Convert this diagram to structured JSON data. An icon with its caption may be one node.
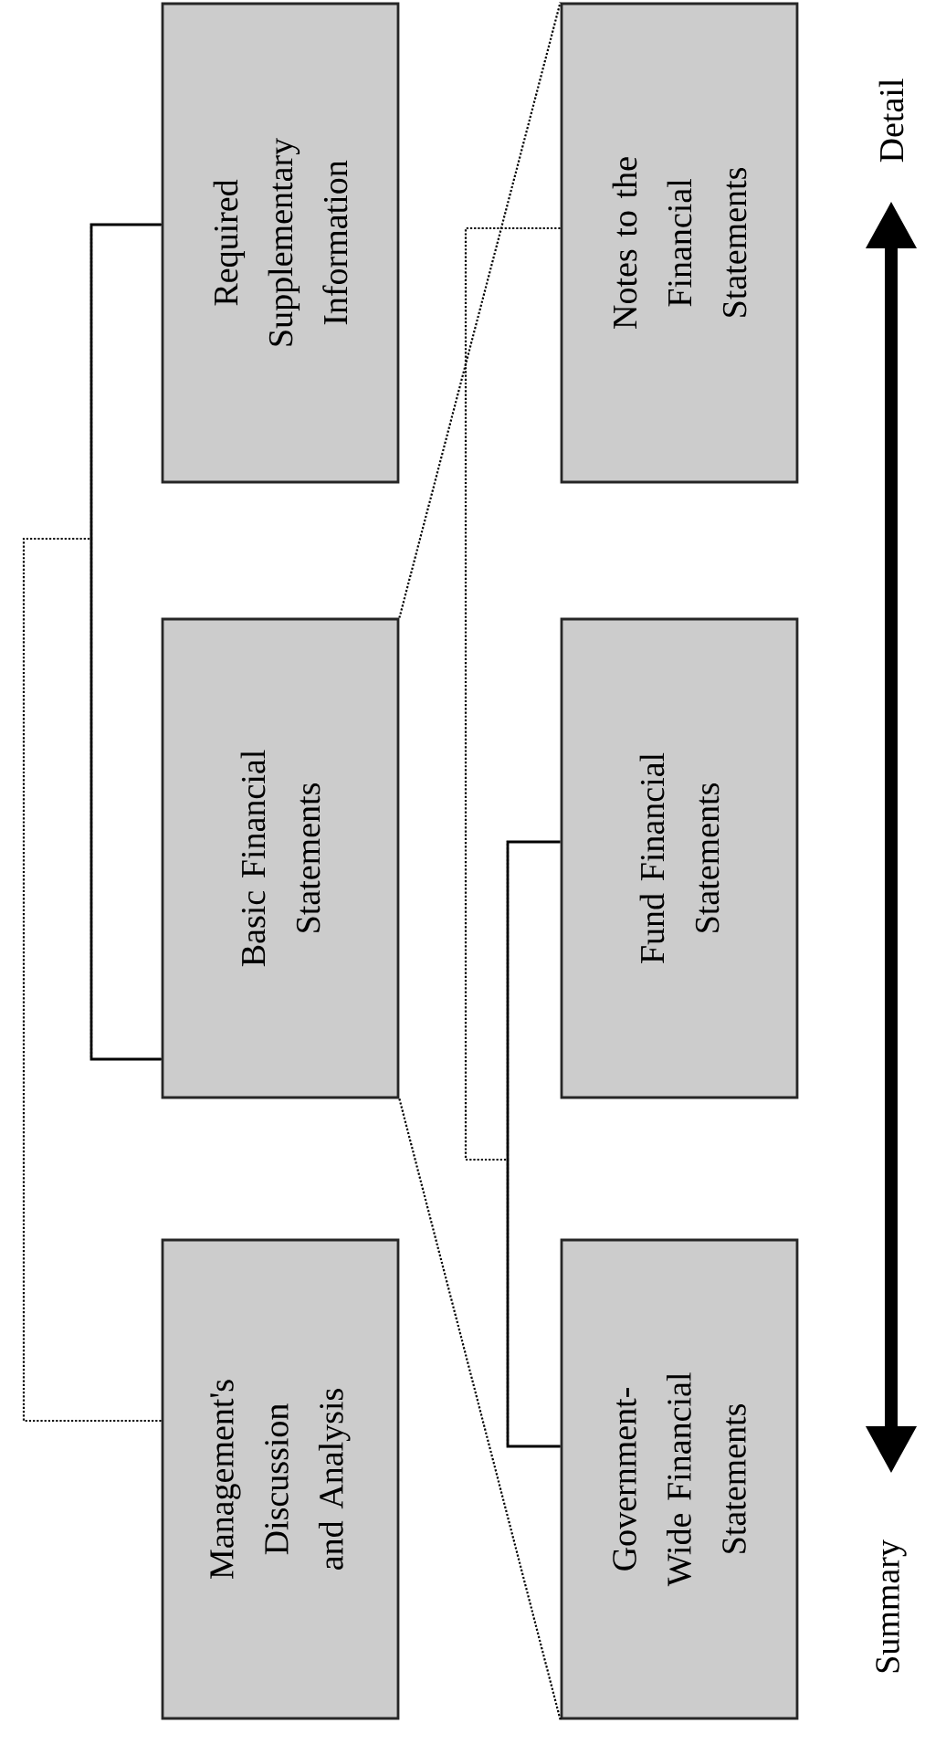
{
  "diagram": {
    "nodes": [
      {
        "text": [
          "Management's Discussion and Analysis"
        ]
      },
      {
        "text": [
          "Basic Financial Statements"
        ]
      },
      {
        "text": [
          "Required Supplementary Information"
        ]
      },
      {
        "text": [
          "Government- Wide Financial Statements"
        ]
      },
      {
        "text": [
          "Fund Financial Statements"
        ]
      },
      {
        "text": [
          "Notes to the Financial Statements"
        ]
      }
    ],
    "edges": [
      {
        "from": 1,
        "to": 2,
        "arrow": "none"
      },
      {
        "from": 0,
        "to": 1,
        "arrow": "none",
        "style": "dashed"
      },
      {
        "from": 0,
        "to": 2,
        "arrow": "none",
        "style": "dashed"
      },
      {
        "from": 3,
        "to": 4,
        "arrow": "none"
      },
      {
        "from": 5,
        "to": 3,
        "arrow": "none",
        "style": "dashed"
      },
      {
        "from": 5,
        "to": 4,
        "arrow": "none",
        "style": "dashed"
      },
      {
        "from": 1,
        "to": 3,
        "arrow": "none",
        "style": "dashed"
      },
      {
        "from": 1,
        "to": 5,
        "arrow": "none",
        "style": "dashed"
      }
    ],
    "labels": [
      "Summary",
      "Detail"
    ]
  }
}
